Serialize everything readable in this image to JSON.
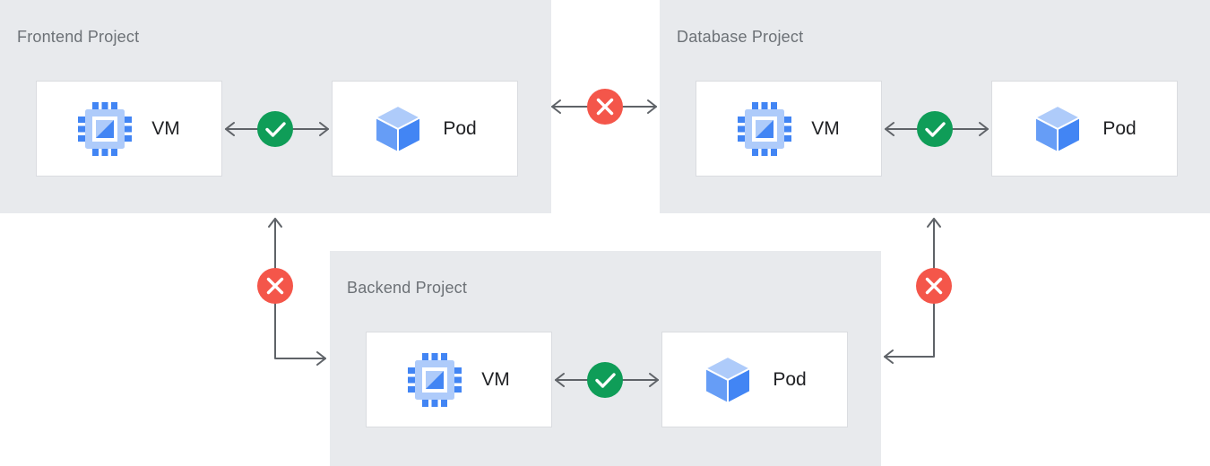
{
  "projects": [
    {
      "label": "Frontend Project",
      "nodes": [
        {
          "icon": "compute-engine-chip",
          "label": "VM"
        },
        {
          "icon": "cube",
          "label": "Pod"
        }
      ],
      "internal_connection": {
        "status": "allowed",
        "icon": "checkmark",
        "shape": "horizontal-double-arrow"
      }
    },
    {
      "label": "Database Project",
      "nodes": [
        {
          "icon": "compute-engine-chip",
          "label": "VM"
        },
        {
          "icon": "cube",
          "label": "Pod"
        }
      ],
      "internal_connection": {
        "status": "allowed",
        "icon": "checkmark",
        "shape": "horizontal-double-arrow"
      }
    },
    {
      "label": "Backend Project",
      "nodes": [
        {
          "icon": "compute-engine-chip",
          "label": "VM"
        },
        {
          "icon": "cube",
          "label": "Pod"
        }
      ],
      "internal_connection": {
        "status": "allowed",
        "icon": "checkmark",
        "shape": "horizontal-double-arrow"
      }
    }
  ],
  "connections": [
    {
      "from": "Frontend Project",
      "to": "Database Project",
      "status": "blocked",
      "icon": "x-mark",
      "shape": "horizontal-double-arrow"
    },
    {
      "from": "Frontend Project",
      "to": "Backend Project",
      "status": "blocked",
      "icon": "x-mark",
      "shape": "elbow-double-arrow"
    },
    {
      "from": "Database Project",
      "to": "Backend Project",
      "status": "blocked",
      "icon": "x-mark",
      "shape": "elbow-double-arrow"
    }
  ],
  "colors": {
    "allowed": "#0f9d58",
    "blocked": "#f4564a",
    "project_background": "#e8eaed",
    "node_background": "#ffffff",
    "node_border": "#dadce0",
    "arrow": "#5f6368",
    "project_label_text": "#6c7176",
    "node_label_text": "#202124",
    "icon_blue": "#4285f4",
    "icon_light_blue": "#aecbfa",
    "icon_medium_blue": "#669df6"
  }
}
